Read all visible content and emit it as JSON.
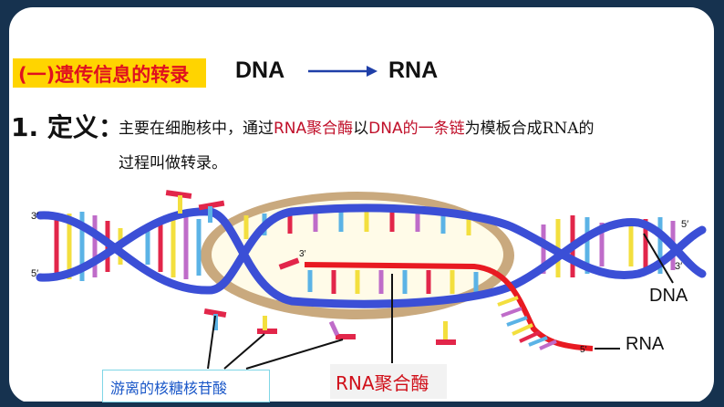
{
  "title": {
    "section": "(一)遗传信息的转录",
    "from": "DNA",
    "to": "RNA"
  },
  "definition": {
    "number": "1.",
    "term": "定义：",
    "line1_parts": [
      "主要在细胞核中，通过",
      "RNA聚合酶",
      "以",
      "DNA的一条链",
      "为模板合成RNA的"
    ],
    "line2": "过程叫做转录。"
  },
  "diagram": {
    "labels": {
      "left_top": "3′",
      "left_bottom": "5′",
      "right_top": "5′",
      "right_bottom": "3′",
      "rna_start": "3′",
      "rna_end": "5′",
      "dna": "DNA",
      "rna": "RNA"
    },
    "callouts": {
      "nucleotides": "游离的核糖核苷酸",
      "polymerase": "RNA聚合酶"
    }
  },
  "colors": {
    "helix": "#3b4fd6",
    "rna": "#e81a22",
    "highlight": "#ffd400",
    "accent_red": "#c0102a",
    "frame": "#16324f"
  }
}
